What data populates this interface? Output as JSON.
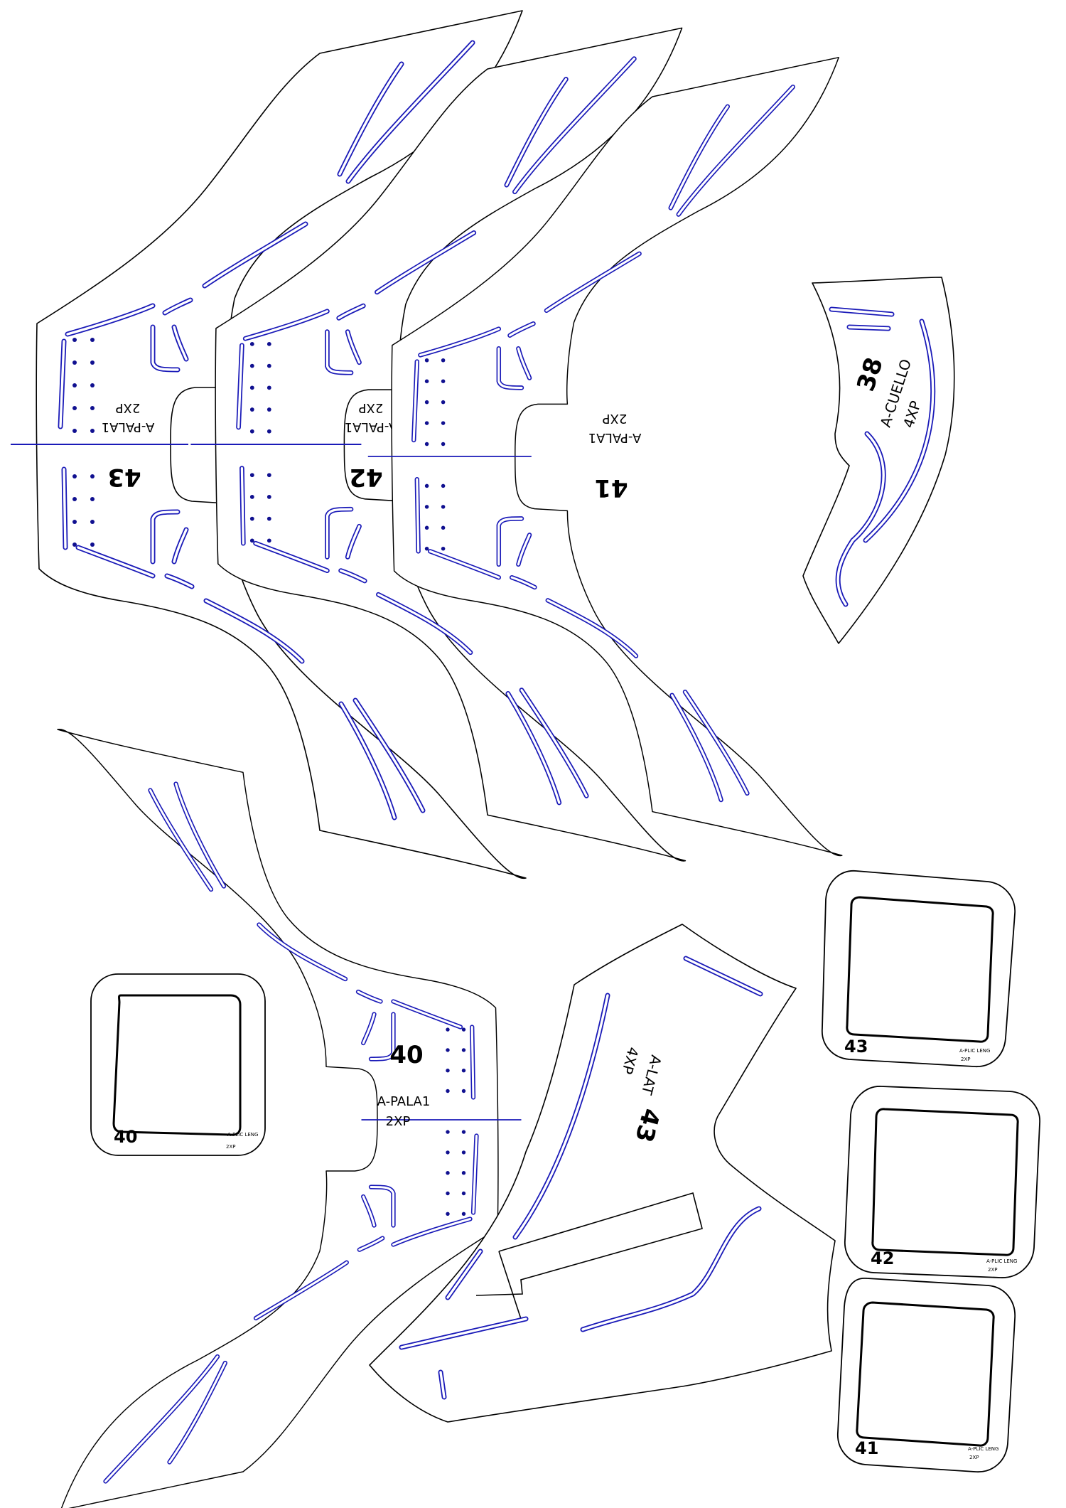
{
  "colors": {
    "cut_line": "#000000",
    "stitch_line": "#1a1ab8",
    "perforation": "#101090",
    "background": "#ffffff"
  },
  "pieces": {
    "pala_43": {
      "size": "43",
      "name": "A-PALA1",
      "qty": "2XP"
    },
    "pala_42": {
      "size": "42",
      "name": "A-PALA1",
      "qty": "2XP"
    },
    "pala_41": {
      "size": "41",
      "name": "A-PALA1",
      "qty": "2XP"
    },
    "pala_40": {
      "size": "40",
      "name": "A-PALA1",
      "qty": "2XP"
    },
    "cuello": {
      "size": "38",
      "name": "A-CUELLO",
      "qty": "4XP"
    },
    "lat": {
      "size": "43",
      "name": "A-LAT",
      "qty": "4XP"
    }
  },
  "frames": [
    {
      "id": "frame_40",
      "size": "40",
      "name": "A-PLIC LENG",
      "qty": "2XP"
    },
    {
      "id": "frame_43",
      "size": "43",
      "name": "A-PLIC LENG",
      "qty": "2XP"
    },
    {
      "id": "frame_42",
      "size": "42",
      "name": "A-PLIC LENG",
      "qty": "2XP"
    },
    {
      "id": "frame_41",
      "size": "41",
      "name": "A-PLIC LENG",
      "qty": "2XP"
    }
  ]
}
